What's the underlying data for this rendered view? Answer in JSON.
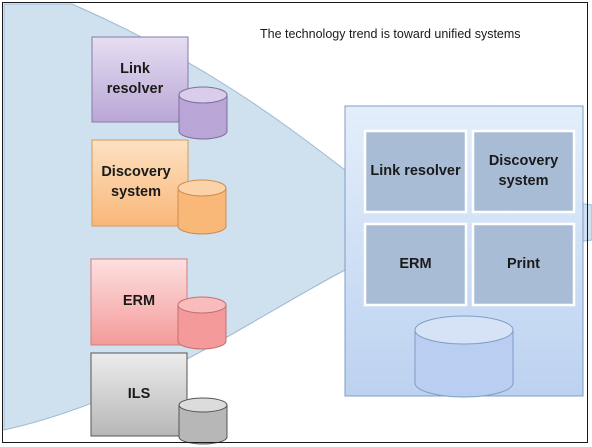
{
  "caption": "The technology trend is toward unified systems",
  "separate_systems": [
    {
      "label": "Link resolver",
      "color": "#ccc0e0"
    },
    {
      "label": "Discovery system",
      "color": "#fbcb9a"
    },
    {
      "label": "ERM",
      "color": "#f7b3b3"
    },
    {
      "label": "ILS",
      "color": "#cfcfcf"
    }
  ],
  "unified_system": {
    "modules": [
      {
        "label": "Link resolver"
      },
      {
        "label": "Discovery system"
      },
      {
        "label": "ERM"
      },
      {
        "label": "Print"
      }
    ],
    "color": "#c9dcf5"
  },
  "colors": {
    "funnel": "#cfe0ef",
    "module_fill": "#a9bcd6",
    "purple_db": "#b9a6d6",
    "orange_db": "#f9b778",
    "red_db": "#f49a9a",
    "gray_db": "#b7b7b7",
    "blue_db": "#b9cef0"
  }
}
